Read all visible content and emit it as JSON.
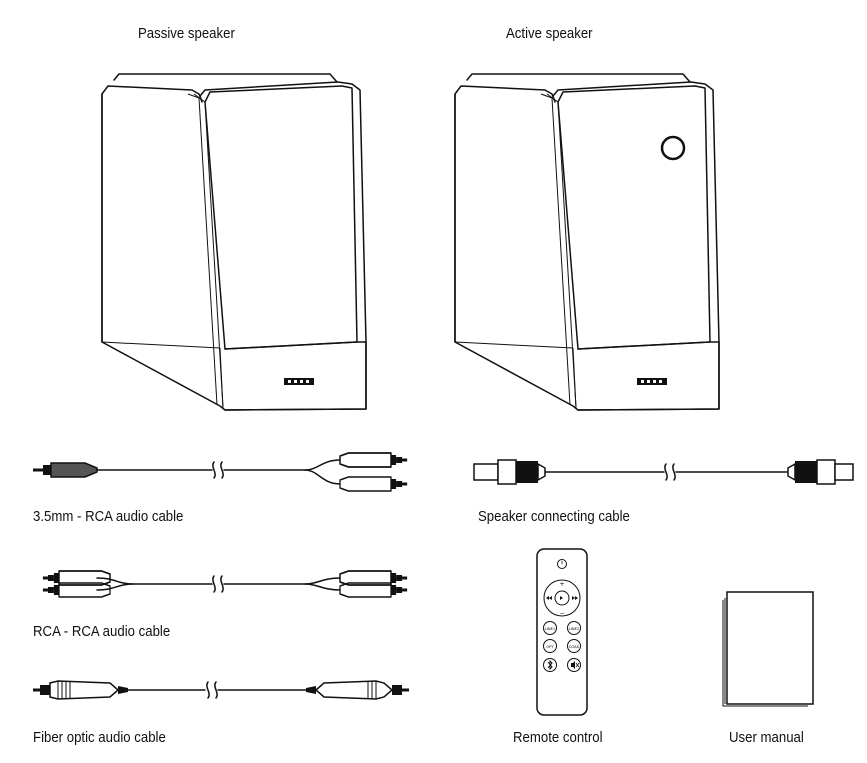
{
  "items": {
    "passive_speaker": "Passive speaker",
    "active_speaker": "Active speaker",
    "cable_35mm_rca": "3.5mm - RCA audio cable",
    "speaker_cable": "Speaker connecting cable",
    "rca_rca_cable": "RCA - RCA audio cable",
    "fiber_optic_cable": "Fiber optic audio cable",
    "remote_control": "Remote control",
    "user_manual": "User manual"
  },
  "remote_buttons": {
    "line1": "LINE1",
    "line2": "LINE2",
    "opt": "OPT",
    "coax": "COAX"
  },
  "colors": {
    "line": "#111111",
    "background": "#ffffff",
    "plug_gray": "#8c8c8c"
  }
}
